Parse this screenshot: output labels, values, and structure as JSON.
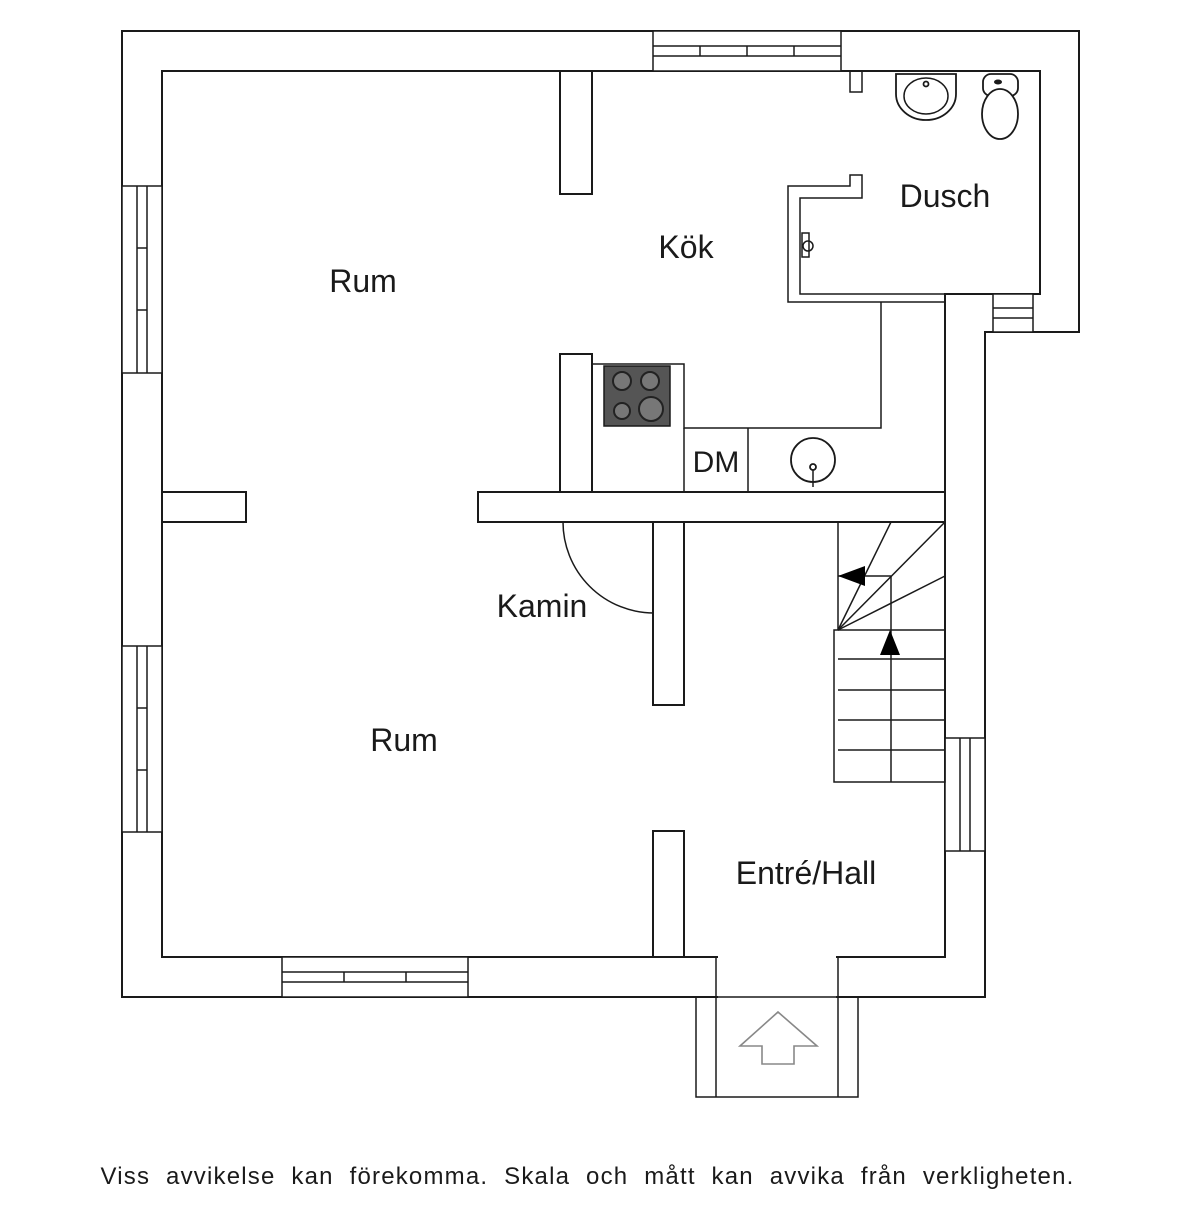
{
  "rooms": {
    "rum_upper": "Rum",
    "kok": "Kök",
    "dusch": "Dusch",
    "dm": "DM",
    "kamin": "Kamin",
    "rum_lower": "Rum",
    "entre": "Entré/Hall"
  },
  "disclaimer": "Viss avvikelse kan förekomma. Skala och mått kan avvika från verkligheten.",
  "colors": {
    "line": "#1a1a1a",
    "stove": "#555555",
    "background": "#ffffff"
  }
}
